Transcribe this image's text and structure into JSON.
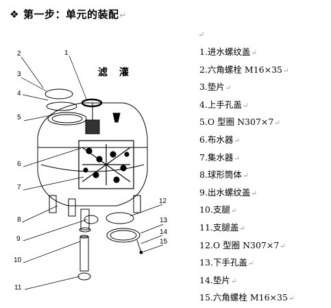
{
  "heading": {
    "symbol": "❖",
    "text": "第一步：单元的装配",
    "mark": "↵"
  },
  "diagram": {
    "title": "滤 灌",
    "callouts": [
      "1",
      "2",
      "3",
      "4",
      "5",
      "6",
      "7",
      "8",
      "9",
      "10",
      "11",
      "12",
      "13",
      "14",
      "15"
    ]
  },
  "parts_list": {
    "paragraph_mark": "↵",
    "items": [
      "1.进水螺纹盖",
      "2.六角螺栓 M16×35",
      "3.垫片",
      "4.上手孔盖",
      "5.O 型圈 N307×7",
      "6.布水器",
      "7.集水器",
      "8.球形筒体",
      "9.出水螺纹盖",
      "10.支腿",
      "11.支腿盖",
      "12.O 型圈 N307×7",
      "13.下手孔盖",
      "14.垫片",
      "15.六角螺栓 M16×35"
    ]
  }
}
